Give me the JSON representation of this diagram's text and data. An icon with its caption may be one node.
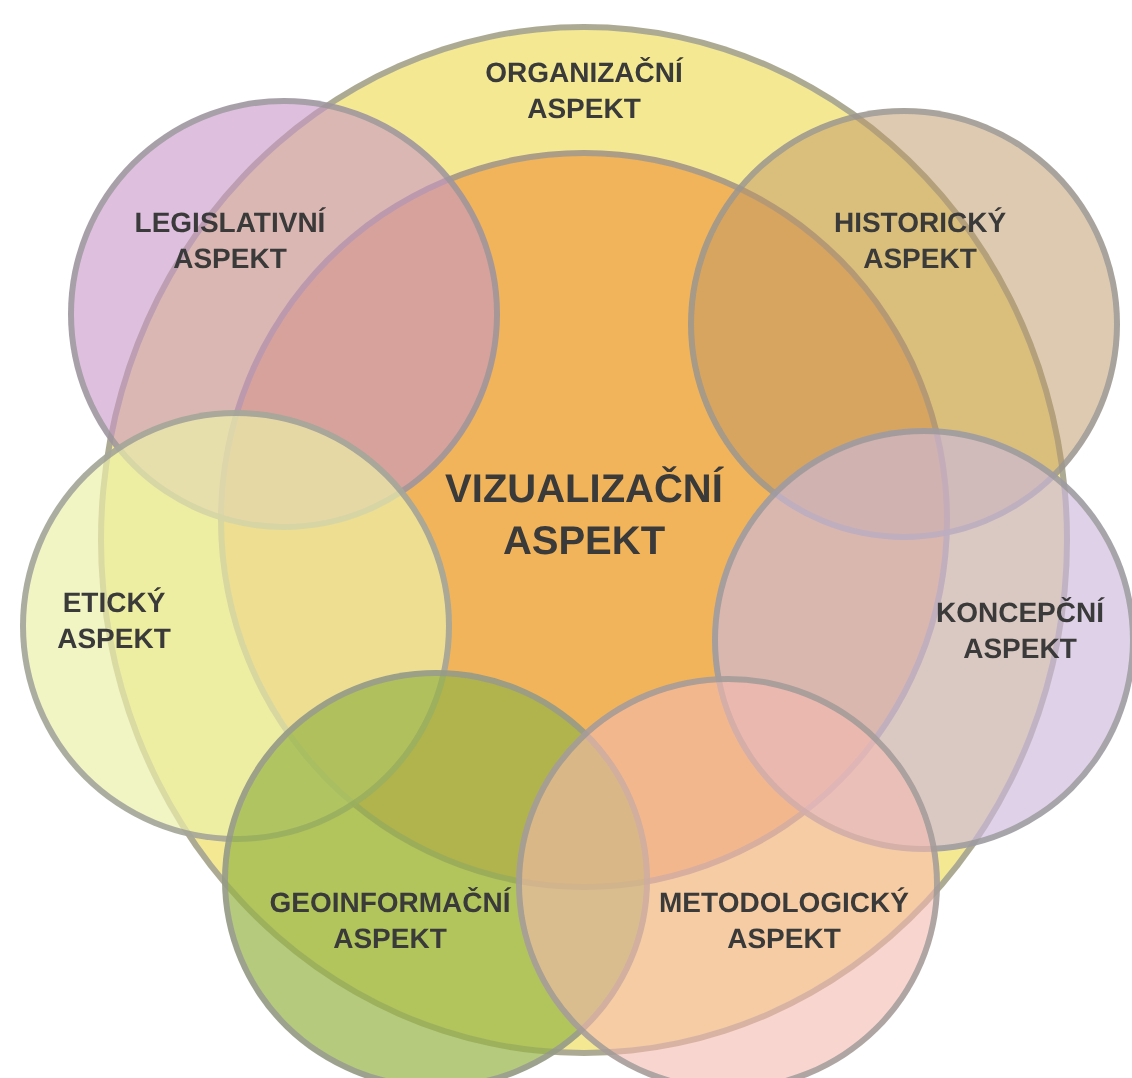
{
  "diagram": {
    "nodes": [
      {
        "text": [
          "ORGANIZAČNÍ ASPEKT"
        ]
      },
      {
        "text": [
          "LEGISLATIVNÍ ASPEKT"
        ]
      },
      {
        "text": [
          "HISTORICKÝ ASPEKT"
        ]
      },
      {
        "text": [
          "VIZUALIZAČNÍ ASPEKT"
        ],
        "in": 0
      },
      {
        "text": [
          "ETICKÝ ASPEKT"
        ]
      },
      {
        "text": [
          "KONCEPČNÍ ASPEKT"
        ]
      },
      {
        "text": [
          "GEOINFORMAČNÍ ASPEKT"
        ]
      },
      {
        "text": [
          "METODOLOGICKÝ ASPEKT"
        ]
      }
    ]
  }
}
